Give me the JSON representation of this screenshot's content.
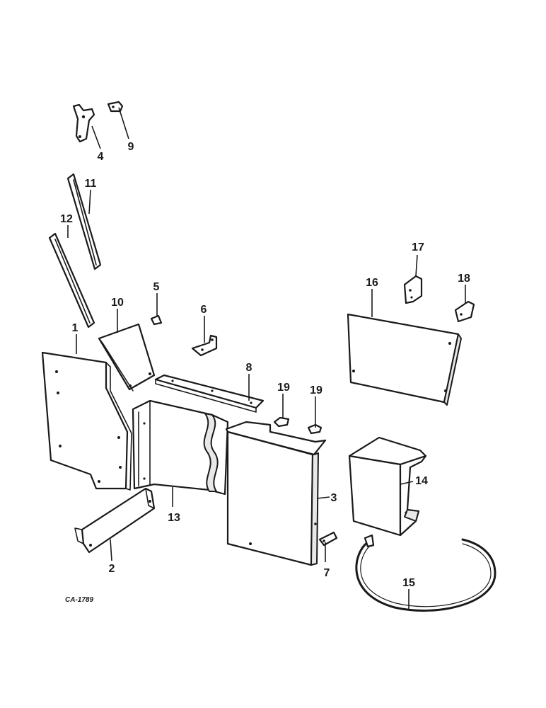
{
  "callouts": {
    "c1": "1",
    "c2": "2",
    "c3": "3",
    "c4": "4",
    "c5": "5",
    "c6": "6",
    "c7": "7",
    "c8": "8",
    "c9": "9",
    "c10": "10",
    "c11": "11",
    "c12": "12",
    "c13": "13",
    "c14": "14",
    "c15": "15",
    "c16": "16",
    "c17": "17",
    "c18": "18",
    "c19a": "19",
    "c19b": "19"
  },
  "drawing_code": "CA-1789"
}
